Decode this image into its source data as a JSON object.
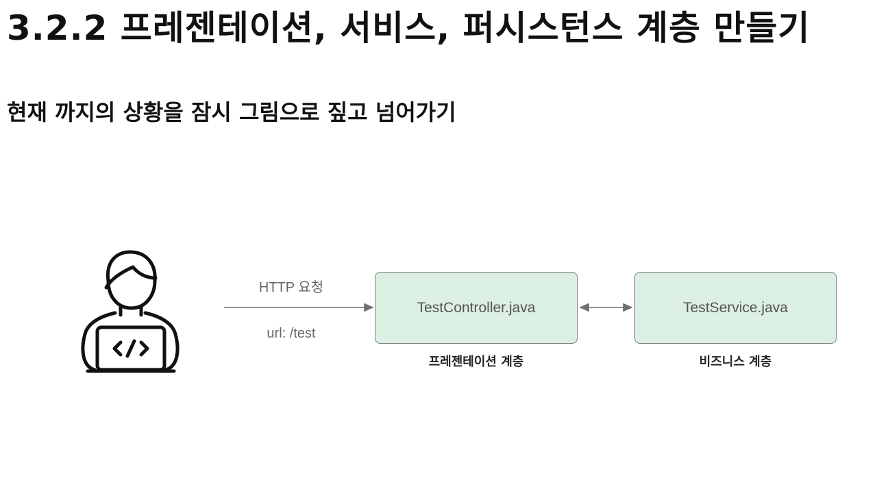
{
  "slide": {
    "title": "3.2.2 프레젠테이션, 서비스, 퍼시스턴스 계층 만들기",
    "subtitle": "현재 까지의 상황을 잠시 그림으로 짚고 넘어가기"
  },
  "diagram": {
    "actor_icon": "developer-laptop-icon",
    "edge_request": {
      "label_top": "HTTP 요청",
      "label_bottom": "url: /test"
    },
    "nodes": [
      {
        "file": "TestController.java",
        "layer": "프레젠테이션 계층"
      },
      {
        "file": "TestService.java",
        "layer": "비즈니스 계층"
      }
    ],
    "colors": {
      "box_fill": "#dcefe3",
      "box_border": "#7a7a7a",
      "arrow": "#707070"
    }
  }
}
